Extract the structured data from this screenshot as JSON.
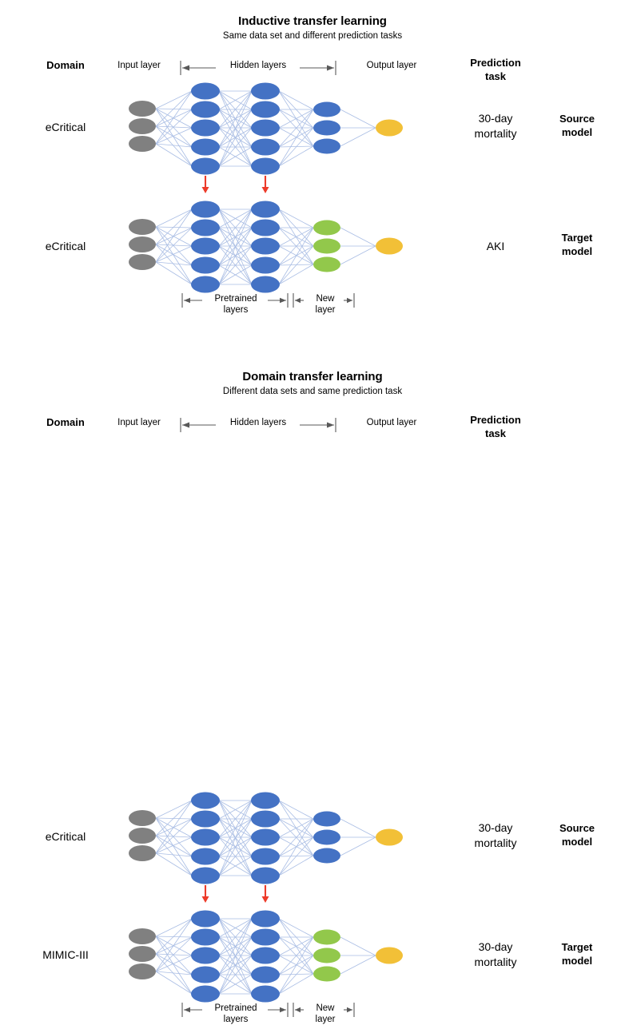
{
  "figure": {
    "background": "#ffffff",
    "palette": {
      "input_node": "#808080",
      "pretrained_node": "#4472c4",
      "new_layer_node": "#92c84b",
      "output_node": "#f2c037",
      "edge": "#a9bde4",
      "transfer_arrow": "#ed3b2a",
      "bracket": "#595959"
    }
  },
  "panels": [
    {
      "id": "inductive",
      "title": "Inductive transfer learning",
      "subtitle": "Same data set and different prediction tasks",
      "headers": {
        "domain": "Domain",
        "input_layer": "Input layer",
        "hidden_layers": "Hidden layers",
        "output_layer": "Output layer",
        "prediction_task_line1": "Prediction",
        "prediction_task_line2": "task"
      },
      "rows": [
        {
          "domain": "eCritical",
          "task_line1": "30-day",
          "task_line2": "mortality",
          "role_line1": "Source",
          "role_line2": "model",
          "layers": [
            {
              "name": "input-layer",
              "count": 3,
              "color": "#808080"
            },
            {
              "name": "hidden-layer-1",
              "count": 5,
              "color": "#4472c4"
            },
            {
              "name": "hidden-layer-2",
              "count": 5,
              "color": "#4472c4"
            },
            {
              "name": "hidden-layer-3",
              "count": 3,
              "color": "#4472c4"
            },
            {
              "name": "output-layer",
              "count": 1,
              "color": "#f2c037"
            }
          ]
        },
        {
          "domain": "eCritical",
          "task_line1": "AKI",
          "task_line2": "",
          "role_line1": "Target",
          "role_line2": "model",
          "layers": [
            {
              "name": "input-layer",
              "count": 3,
              "color": "#808080"
            },
            {
              "name": "hidden-layer-1",
              "count": 5,
              "color": "#4472c4"
            },
            {
              "name": "hidden-layer-2",
              "count": 5,
              "color": "#4472c4"
            },
            {
              "name": "new-layer",
              "count": 3,
              "color": "#92c84b"
            },
            {
              "name": "output-layer",
              "count": 1,
              "color": "#f2c037"
            }
          ]
        }
      ],
      "brackets": {
        "pretrained_line1": "Pretrained",
        "pretrained_line2": "layers",
        "new_line1": "New",
        "new_line2": "layer"
      },
      "transfer_arrows": 2
    },
    {
      "id": "domain",
      "title": "Domain transfer learning",
      "subtitle": "Different data sets and same prediction task",
      "headers": {
        "domain": "Domain",
        "input_layer": "Input layer",
        "hidden_layers": "Hidden layers",
        "output_layer": "Output layer",
        "prediction_task_line1": "Prediction",
        "prediction_task_line2": "task"
      },
      "rows": [
        {
          "domain": "eCritical",
          "task_line1": "30-day",
          "task_line2": "mortality",
          "role_line1": "Source",
          "role_line2": "model",
          "layers": [
            {
              "name": "input-layer",
              "count": 3,
              "color": "#808080"
            },
            {
              "name": "hidden-layer-1",
              "count": 5,
              "color": "#4472c4"
            },
            {
              "name": "hidden-layer-2",
              "count": 5,
              "color": "#4472c4"
            },
            {
              "name": "hidden-layer-3",
              "count": 3,
              "color": "#4472c4"
            },
            {
              "name": "output-layer",
              "count": 1,
              "color": "#f2c037"
            }
          ]
        },
        {
          "domain": "MIMIC-III",
          "task_line1": "30-day",
          "task_line2": "mortality",
          "role_line1": "Target",
          "role_line2": "model",
          "layers": [
            {
              "name": "input-layer",
              "count": 3,
              "color": "#808080"
            },
            {
              "name": "hidden-layer-1",
              "count": 5,
              "color": "#4472c4"
            },
            {
              "name": "hidden-layer-2",
              "count": 5,
              "color": "#4472c4"
            },
            {
              "name": "new-layer",
              "count": 3,
              "color": "#92c84b"
            },
            {
              "name": "output-layer",
              "count": 1,
              "color": "#f2c037"
            }
          ]
        }
      ],
      "brackets": {
        "pretrained_line1": "Pretrained",
        "pretrained_line2": "layers",
        "new_line1": "New",
        "new_line2": "layer"
      },
      "transfer_arrows": 2
    }
  ]
}
